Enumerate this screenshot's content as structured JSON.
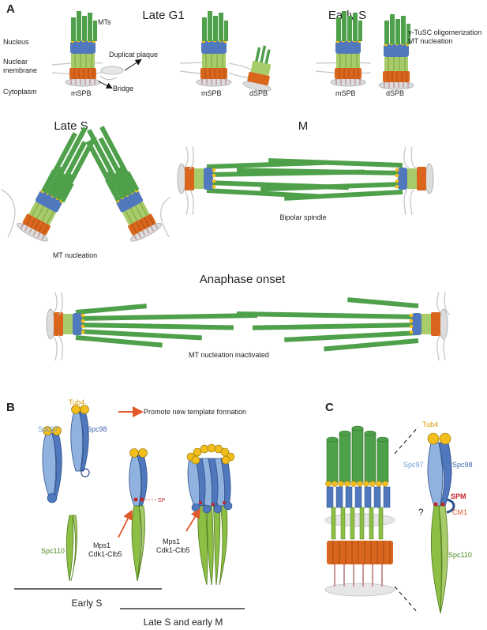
{
  "panels": {
    "a": "A",
    "b": "B",
    "c": "C"
  },
  "a": {
    "stages": {
      "late_g1": "Late G1",
      "early_s": "Early S",
      "late_s": "Late S",
      "m": "M",
      "anaphase": "Anaphase onset"
    },
    "compartments": {
      "nucleus": "Nucleus",
      "membrane_1": "Nuclear",
      "membrane_2": "membrane",
      "cytoplasm": "Cytoplasm"
    },
    "annotations": {
      "mts": "MTs",
      "duplicat_plaque": "Duplicat plaque",
      "bridge": "Bridge",
      "gamma_tusc": "γ-TuSC oligomerization",
      "mt_nucleation_top": "MT nucleation",
      "mt_nucleation_late_s": "MT nucleation",
      "bipolar_spindle": "Bipolar spindle",
      "mt_nucleation_inactivated": "MT nucleation inactivated"
    },
    "spb_labels": {
      "mspb_1": "mSPB",
      "mspb_2": "mSPB",
      "dspb_2": "dSPB",
      "mspb_3": "mSPB",
      "dspb_3": "dSPB"
    }
  },
  "b": {
    "tub4": "Tub4",
    "spc97": "Spc97",
    "spc98": "Spc98",
    "spc110": "Spc110",
    "legend": "Promote new template formation",
    "sp": "SP",
    "kinase_1a": "Mps1",
    "kinase_1b": "Cdk1-Clb5",
    "kinase_2a": "Mps1",
    "kinase_2b": "Cdk1-Clb5",
    "early_s": "Early S",
    "late_s_early_m": "Late S and early M"
  },
  "c": {
    "tub4": "Tub4",
    "spc97": "Spc97",
    "spc98": "Spc98",
    "spm": "SPM",
    "cm1": "CM1",
    "question": "?",
    "spc110": "Spc110"
  },
  "colors": {
    "microtubule": "#4ea04a",
    "spc97": "#8fb2de",
    "spc98": "#4f78bd",
    "tub4": "#f2be1e",
    "spc110": "#8dbf45",
    "spc42": "#d9661c",
    "arrow": "#e0582a",
    "spm": "#c0282e",
    "cm1": "#e0582a"
  }
}
